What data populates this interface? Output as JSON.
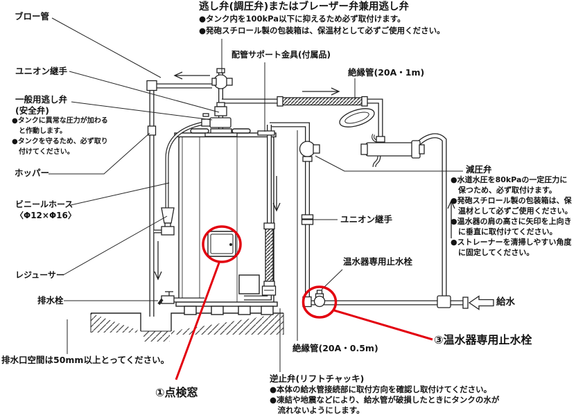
{
  "diagram": {
    "title_note": {
      "title": "逃し弁(調圧弁)またはブレーザー弁兼用逃し弁",
      "body": "●タンク内を100kPa以下に抑えるため必ず取付けます。\n●発砲スチロール製の包装箱は、保温材として必ずご使用ください。"
    },
    "labels": {
      "blow_pipe": "ブロー管",
      "union_joint_left": "ユニオン継手",
      "pipe_support": "配管サポート金具(付属品)",
      "insulation_pipe_1m": "絶縁管(20A・1m)",
      "hopper": "ホッパー",
      "vinyl_hose": "ビニールホース\n〈Φ12×Φ16〉",
      "reducer": "レジューサー",
      "drain_plug": "排水栓",
      "drain_space_note": "排水口空間は50mm以上とってください。",
      "union_joint_right": "ユニオン継手",
      "stop_valve": "温水器専用止水栓",
      "water_supply": "給水",
      "insulation_pipe_05m": "絶縁管(20A・0.5m)"
    },
    "safety_valve": {
      "heading": "一般用逃し弁\n(安全弁)",
      "notes": "●タンクに異常な圧力が加わる\n　と作動します。\n●タンクを守るため、必ず取り\n　付けてください。"
    },
    "pressure_reducing_valve": {
      "heading": "減圧弁",
      "notes": "●水道水圧を80kPaの一定圧力に\n　保つため、必ず取付けます。\n●発砲スチロール製の包装箱は、保\n　温材として必ずご使用ください。\n●温水器の肩の高さに矢印を上向き\n　に垂直に取付けてください。\n●ストレーナーを清掃しやすい角度\n　に固定してください。"
    },
    "check_valve": {
      "heading": "逆止弁(リフトチャッキ)",
      "notes": "●本体の給水管接続部に取付方向を確認し取付けてください。\n●凍結や地震などにより、給水管が破損したときにタンクの水が\n　流れないようにします。"
    },
    "callouts": {
      "inspection_window": "①点検窓",
      "stop_valve": "③温水器専用止水栓"
    },
    "colors": {
      "line": "#222222",
      "annotation_red": "#e3000f"
    }
  }
}
